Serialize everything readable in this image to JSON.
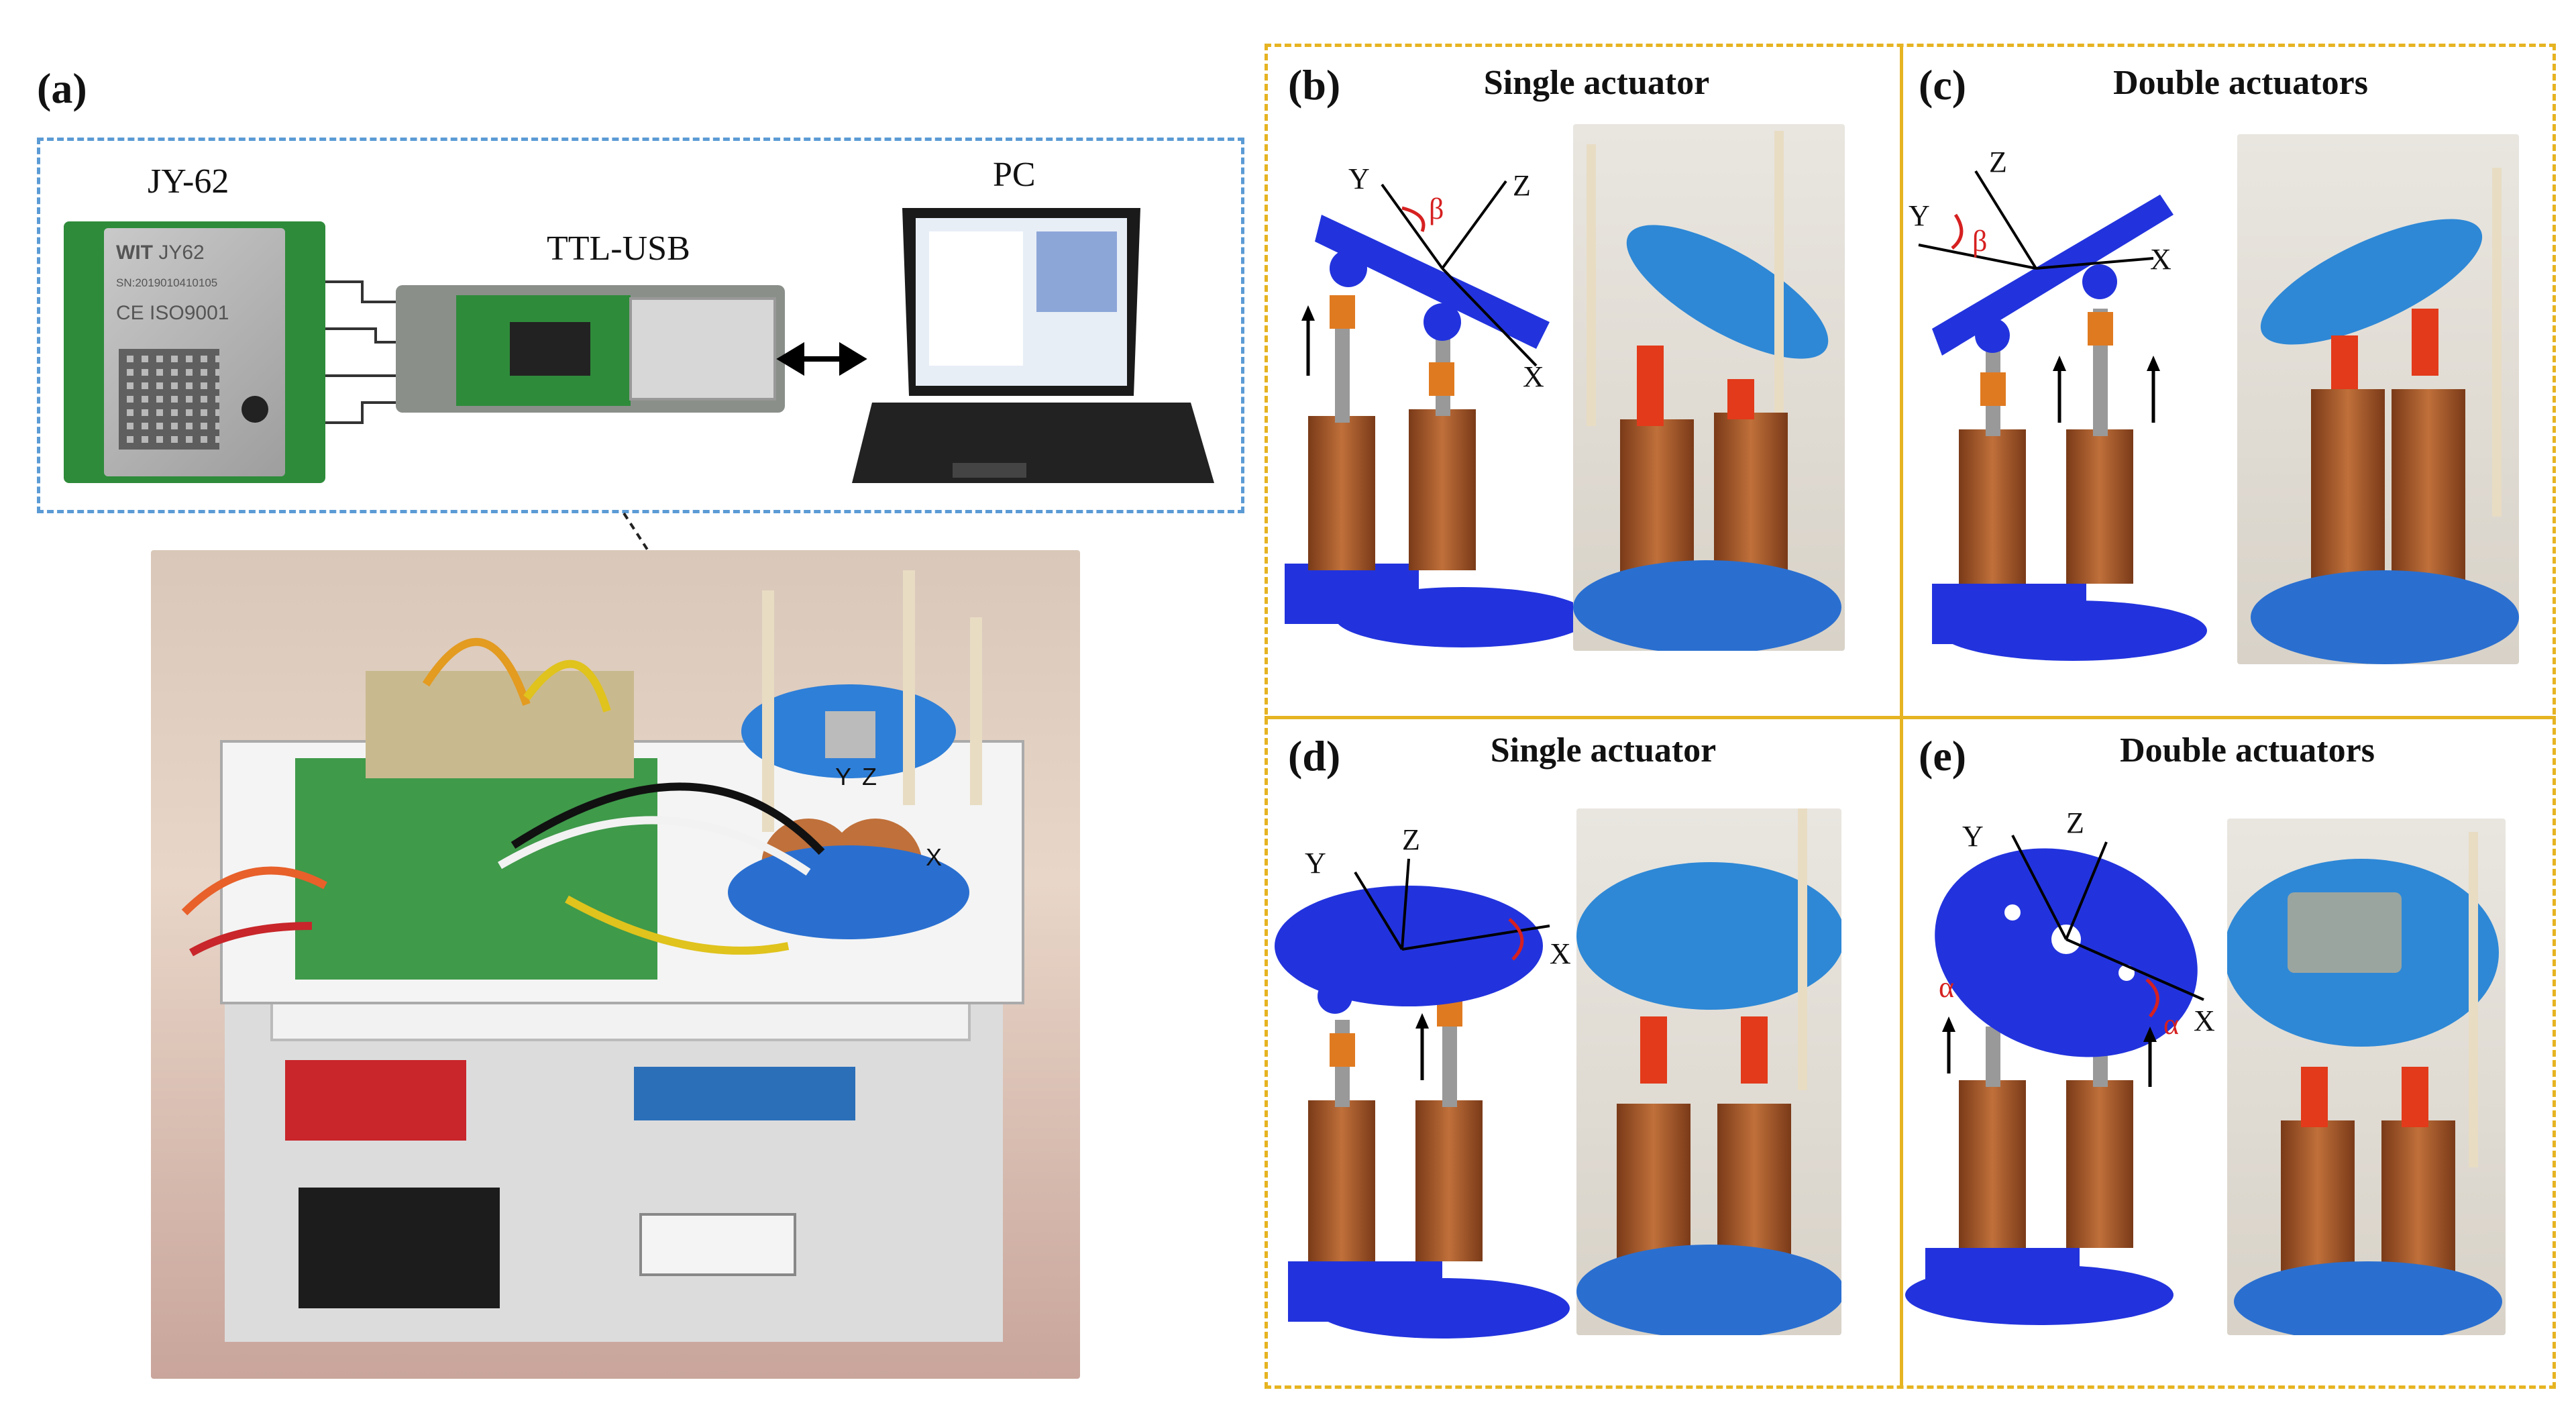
{
  "panels": {
    "a": {
      "label": "(a)",
      "jy62": "JY-62",
      "ttl_usb": "TTL-USB",
      "pc": "PC",
      "chip": {
        "brand": "WIT",
        "model": "JY62",
        "serial": "SN:2019010410105",
        "cert": "ISO9001"
      }
    },
    "b": {
      "label": "(b)",
      "title": "Single actuator"
    },
    "c": {
      "label": "(c)",
      "title": "Double actuators"
    },
    "d": {
      "label": "(d)",
      "title": "Single actuator"
    },
    "e": {
      "label": "(e)",
      "title": "Double actuators"
    }
  },
  "axes": {
    "x": "X",
    "y": "Y",
    "z": "Z",
    "beta": "β",
    "alpha": "α"
  },
  "colors": {
    "dashed_blue": "#5b9bd5",
    "dashed_gold": "#e6b422",
    "model_blue": "#2233dd",
    "coil_copper": "#b05a2a",
    "pcb_green": "#2e8b3a",
    "accent_red": "#d62020"
  }
}
